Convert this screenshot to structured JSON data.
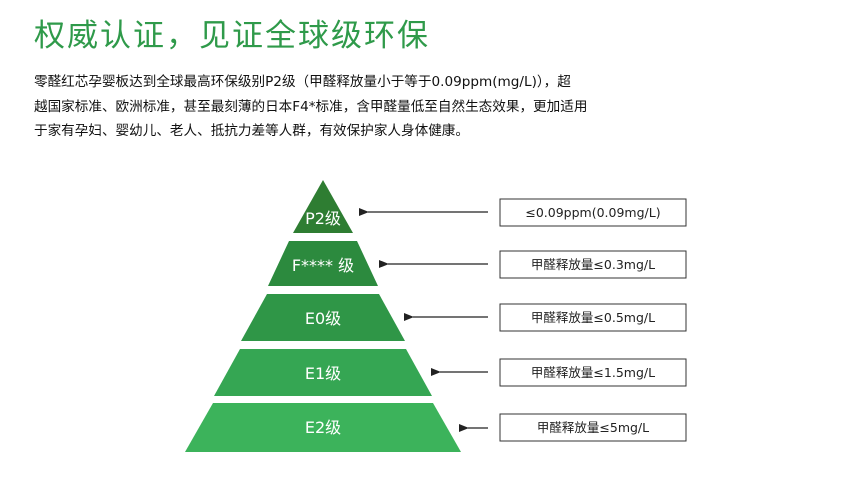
{
  "title": "权威认证，见证全球级环保",
  "description": [
    "零醛红芯孕婴板达到全球最高环保级别P2级（甲醛释放量小于等于0.09ppm(mg/L)），超",
    "越国家标准、欧洲标准，甚至最刻薄的日本F4*标准，含甲醛量低至自然生态效果，更加适用",
    "于家有孕妇、婴幼儿、老人、抵抗力差等人群，有效保护家人身体健康。"
  ],
  "pyramid": {
    "levels": [
      {
        "name": "P2级",
        "label": "≤0.09ppm(0.09mg/L)",
        "color": "#2e7d32"
      },
      {
        "name": "F**** 级",
        "label": "甲醛释放量≤0.3mg/L",
        "color": "#2c8a3e"
      },
      {
        "name": "E0级",
        "label": "甲醛释放量≤0.5mg/L",
        "color": "#2f9647"
      },
      {
        "name": "E1级",
        "label": "甲醛释放量≤1.5mg/L",
        "color": "#35a653"
      },
      {
        "name": "E2级",
        "label": "甲醛释放量≤5mg/L",
        "color": "#3cb35b"
      }
    ]
  }
}
